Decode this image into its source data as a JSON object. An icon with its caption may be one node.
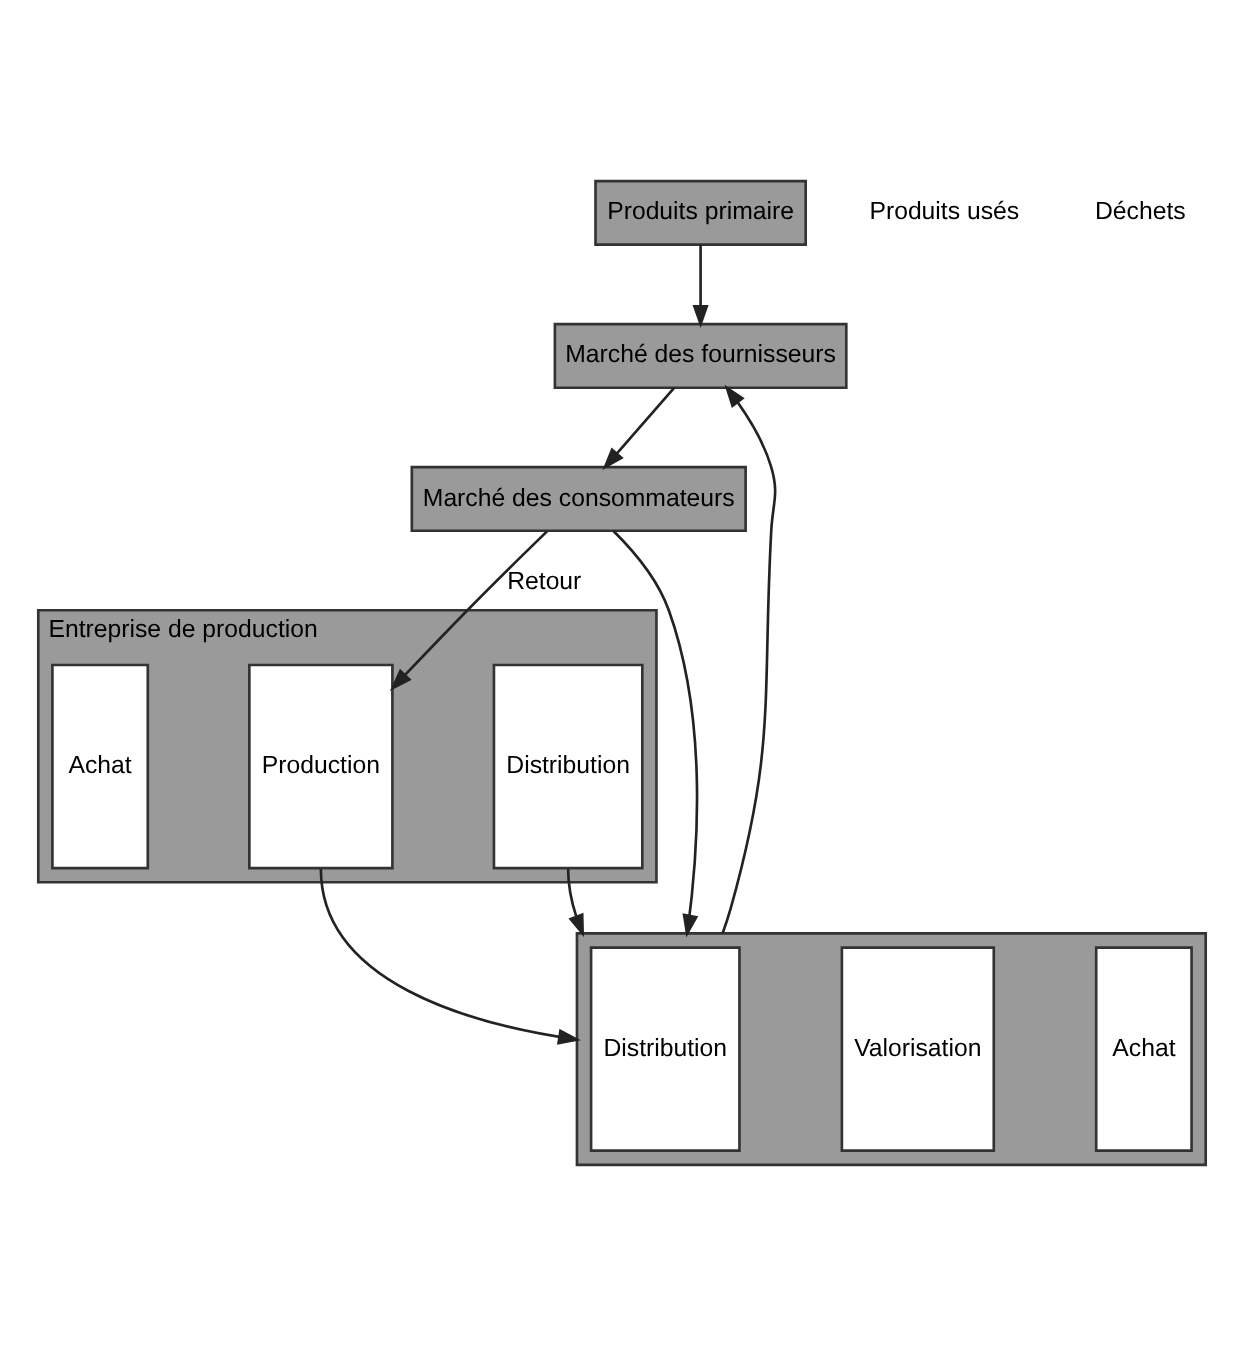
{
  "diagram": {
    "nodes": [
      {
        "text": [
          "Produits primaire"
        ]
      },
      {
        "text": [
          "Marché des fournisseurs"
        ]
      },
      {
        "text": [
          "Entreprise de production"
        ]
      },
      {
        "text": [
          "Achat"
        ],
        "in": 2
      },
      {
        "text": [
          "Production"
        ],
        "in": 2
      },
      {
        "text": [
          "Distribution"
        ],
        "in": 2
      },
      {
        "text": [
          "Marché des consommateurs"
        ]
      },
      {
        "text": [],
        "shape": "house"
      },
      {
        "text": [
          "Distribution"
        ],
        "in": 7
      },
      {
        "text": [
          "Valorisation"
        ],
        "in": 7
      },
      {
        "text": [
          "Achat"
        ],
        "in": 7
      }
    ],
    "edges": [
      {
        "from": 0,
        "to": 1,
        "arrow": "to"
      },
      {
        "from": 1,
        "to": 6,
        "arrow": "to"
      },
      {
        "from": 6,
        "to": 4,
        "arrow": "to",
        "label": "Retour"
      },
      {
        "from": 4,
        "to": 7,
        "arrow": "to"
      },
      {
        "from": 5,
        "to": 7,
        "arrow": "to"
      },
      {
        "from": 6,
        "to": 7,
        "arrow": "to"
      },
      {
        "from": 7,
        "to": 1,
        "arrow": "to"
      }
    ],
    "labels": [
      "Produits usés",
      "Déchets"
    ]
  }
}
